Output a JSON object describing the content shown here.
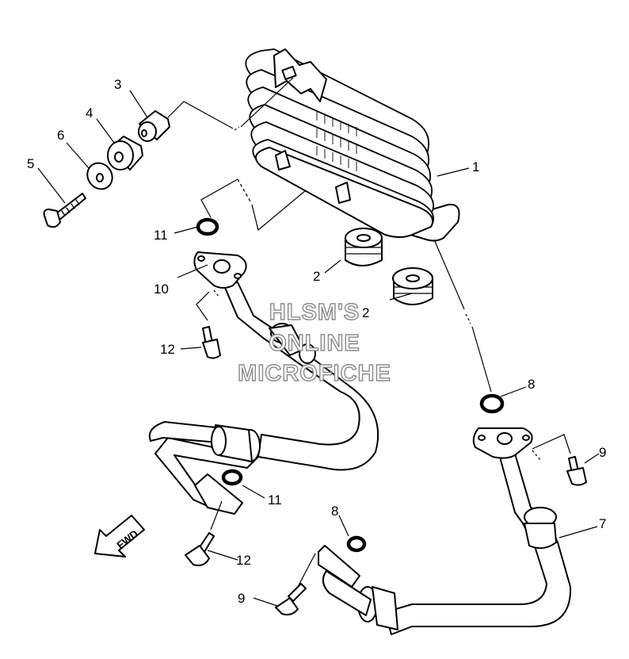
{
  "callouts": {
    "c1": "1",
    "c2a": "2",
    "c2b": "2",
    "c3": "3",
    "c4": "4",
    "c5": "5",
    "c6": "6",
    "c7": "7",
    "c8a": "8",
    "c8b": "8",
    "c9a": "9",
    "c9b": "9",
    "c10": "10",
    "c11a": "11",
    "c11b": "11",
    "c12a": "12",
    "c12b": "12"
  },
  "watermark": {
    "line1": "HLSM'S",
    "line2": "ONLINE",
    "line3": "MICROFICHE"
  },
  "direction_arrow": {
    "label": "FWD"
  },
  "colors": {
    "line": "#000000",
    "background": "#ffffff",
    "watermark_outline": "#8a8a8a"
  }
}
